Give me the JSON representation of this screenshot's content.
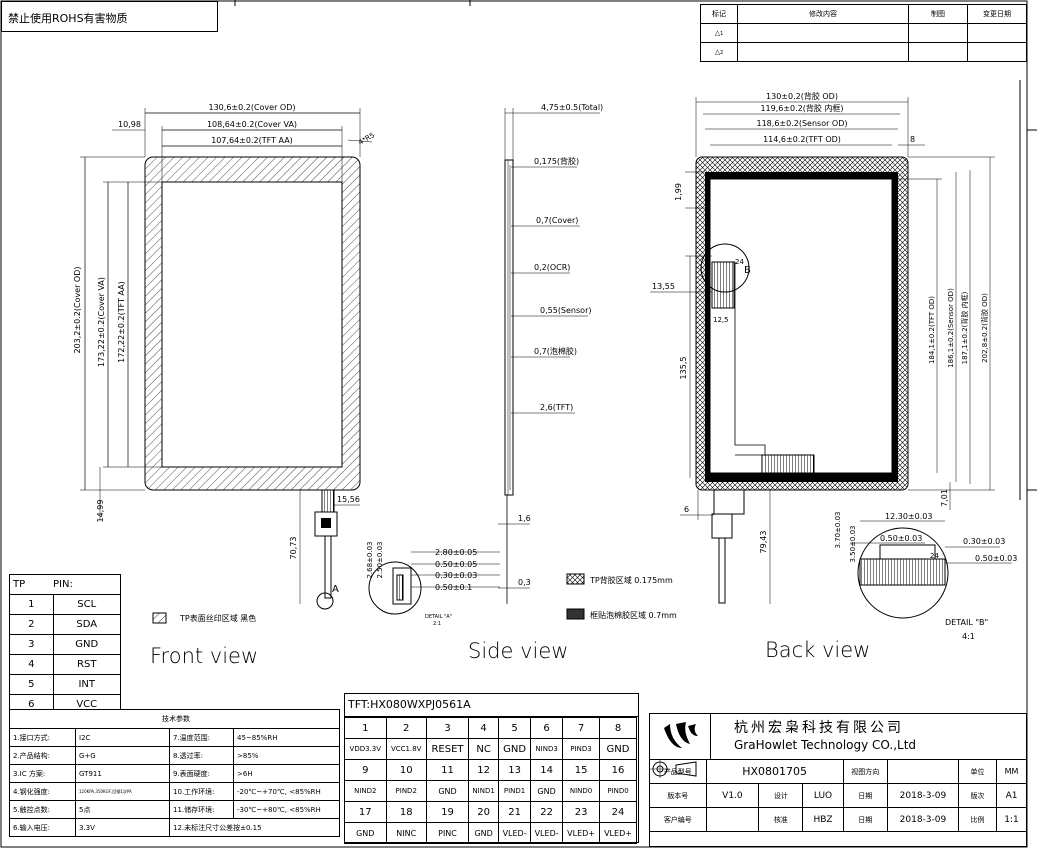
{
  "warning": "禁止使用ROHS有害物质",
  "revision": {
    "headers": [
      "标记",
      "修改内容",
      "制图",
      "变更日期"
    ],
    "marks": [
      "1",
      "2"
    ]
  },
  "front": {
    "title": "Front view",
    "dims": {
      "cover_od_w": "130,6±0.2(Cover OD)",
      "cover_va_w": "108,64±0.2(Cover VA)",
      "tft_aa_w": "107,64±0.2(TFT AA)",
      "left_margin": "10,98",
      "radius": "4*R5",
      "cover_od_h": "203,2±0.2(Cover OD)",
      "cover_va_h": "173,22±0.2(Cover VA)",
      "tft_aa_h": "172,22±0.2(TFT AA)",
      "bottom_margin": "14,99",
      "fpc_offset": "15,56",
      "fpc_len": "70,73",
      "detail_mark": "A"
    },
    "legend": "TP表面丝印区域 黑色"
  },
  "detail_a": {
    "label": "DETAIL \"A\"",
    "scale": "2:1",
    "dims": [
      "2.80±0.05",
      "0.50±0.05",
      "0.30±0.03",
      "0.50±0.1",
      "2.68±0.03",
      "2.50±0.03"
    ]
  },
  "side": {
    "title": "Side view",
    "dims": {
      "total": "4,75±0.5(Total)",
      "glue": "0,175(背胶)",
      "cover": "0,7(Cover)",
      "ocr": "0,2(OCR)",
      "sensor": "0,55(Sensor)",
      "foam": "0,7(泡棉胶)",
      "tft": "2,6(TFT)",
      "fpc_t": "1,6",
      "fpc_t2": "0,3"
    },
    "legend1": "TP背胶区域 0.175mm",
    "legend2": "框贴泡棉胶区域 0.7mm"
  },
  "back": {
    "title": "Back view",
    "dims": {
      "w1": "130±0.2(背胶 OD)",
      "w2": "119,6±0.2(背胶 内框)",
      "w3": "118,6±0.2(Sensor OD)",
      "w4": "114,6±0.2(TFT OD)",
      "right": "8",
      "top": "1,99",
      "left_off": "13,55",
      "h_mid": "135,5",
      "h1": "184,1±0.2(TFT OD)",
      "h2": "186,1±0.2(Sensor OD)",
      "h3": "187,1±0.2(背胶 内框)",
      "h4": "202,8±0.2(背胶 OD)",
      "bot": "7,01",
      "fpc_x": "6",
      "fpc_len": "79,43",
      "fpc_w": "12,5",
      "small": "24",
      "detail_mark": "B"
    }
  },
  "detail_b": {
    "label": "DETAIL \"B\"",
    "scale": "4:1",
    "dims": [
      "12.30±0.03",
      "0.50±0.03",
      "0.30±0.03",
      "0.50±0.03",
      "3.70±0.03",
      "3.50±0.03",
      "24"
    ]
  },
  "pin": {
    "headers": [
      "TP",
      "PIN:"
    ],
    "rows": [
      [
        "1",
        "SCL"
      ],
      [
        "2",
        "SDA"
      ],
      [
        "3",
        "GND"
      ],
      [
        "4",
        "RST"
      ],
      [
        "5",
        "INT"
      ],
      [
        "6",
        "VCC"
      ]
    ]
  },
  "spec": {
    "title": "技术参数",
    "rows": [
      [
        "1.接口方式:",
        "I2C",
        "7.温度范围:",
        "45~85%RH"
      ],
      [
        "2.产品结构:",
        "G+G",
        "8.透过率:",
        ">85%"
      ],
      [
        "3.IC 方案:",
        "GT911",
        "9.表面硬度:",
        ">6H"
      ],
      [
        "4.钢化强度:",
        "120KPA,350KGF,回钢1次PA",
        "10.工作环境:",
        "-20℃~+70℃, <85%RH"
      ],
      [
        "5.触控点数:",
        "5点",
        "11.储存环境:",
        "-30℃~+80℃, <85%RH"
      ],
      [
        "6.输入电压:",
        "3.3V",
        "12.未标注尺寸公差按±0.15",
        ""
      ]
    ]
  },
  "tft": {
    "title": "TFT:HX080WXPJ0561A",
    "rows": [
      [
        "1",
        "2",
        "3",
        "4",
        "5",
        "6",
        "7",
        "8"
      ],
      [
        "VDD3.3V",
        "VCC1.8V",
        "RESET",
        "NC",
        "GND",
        "NIND3",
        "PIND3",
        "GND"
      ],
      [
        "9",
        "10",
        "11",
        "12",
        "13",
        "14",
        "15",
        "16"
      ],
      [
        "NIND2",
        "PIND2",
        "GND",
        "NIND1",
        "PIND1",
        "GND",
        "NIND0",
        "PIND0"
      ],
      [
        "17",
        "18",
        "19",
        "20",
        "21",
        "22",
        "23",
        "24"
      ],
      [
        "GND",
        "NINC",
        "PINC",
        "GND",
        "VLED-",
        "VLED-",
        "VLED+",
        "VLED+"
      ]
    ]
  },
  "titleblock": {
    "company_cn": "杭州宏枭科技有限公司",
    "company_en": "GraHowlet Technology CO.,Ltd",
    "rows": [
      [
        "产品型号",
        "HX0801705",
        "视图方向",
        "",
        "单位",
        "MM"
      ],
      [
        "版本号",
        "V1.0",
        "设计",
        "LUO",
        "日期",
        "2018-3-09",
        "版次",
        "A1"
      ],
      [
        "客户编号",
        "",
        "核准",
        "HBZ",
        "日期",
        "2018-3-09",
        "比例",
        "1:1"
      ]
    ]
  }
}
